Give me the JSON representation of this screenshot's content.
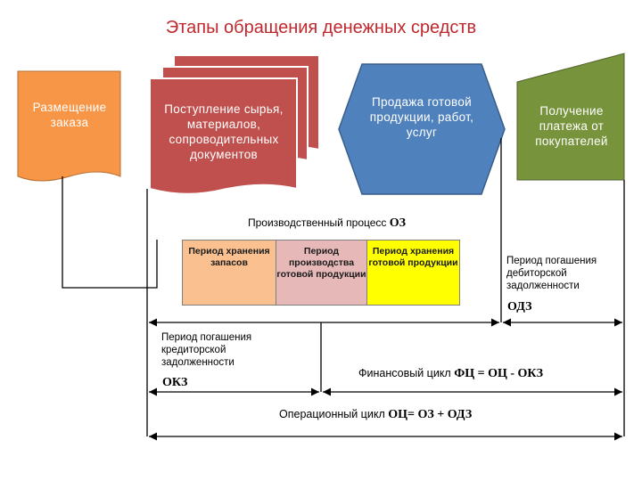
{
  "title": "Этапы обращения денежных средств",
  "stages": {
    "order": "Размещение заказа",
    "supply": "Поступление сырья, материалов, сопроводительных документов",
    "sale": "Продажа готовой продукции, работ, услуг",
    "payment": "Получение платежа от покупателей"
  },
  "process": {
    "label": "Производственный процесс",
    "abbr": "ОЗ"
  },
  "periods": [
    {
      "label": "Период хранения запасов",
      "color": "#fac090"
    },
    {
      "label": "Период производства готовой продукции",
      "color": "#e6b9b8"
    },
    {
      "label": "Период хранения готовой продукции",
      "color": "#ffff00"
    }
  ],
  "receivables": {
    "label": "Период погашения дебиторской задолженности",
    "abbr": "ОДЗ"
  },
  "payables": {
    "label": "Период погашения кредиторской задолженности",
    "abbr": "ОКЗ"
  },
  "financial_cycle": {
    "label": "Финансовый цикл",
    "formula": "ФЦ = ОЦ - ОКЗ"
  },
  "operating_cycle": {
    "label": "Операционный цикл",
    "formula": "ОЦ= ОЗ + ОДЗ"
  },
  "colors": {
    "title": "#c0282d",
    "order": "#f79646",
    "supply": "#c0504d",
    "sale": "#4f81bd",
    "payment": "#77933c"
  }
}
